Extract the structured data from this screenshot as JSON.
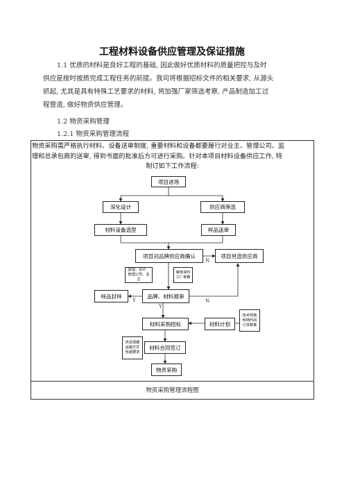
{
  "document": {
    "title": "工程材料设备供应管理及保证措施",
    "intro_lines": [
      "1.1  优质的材料是良好工程的基础, 因此做好优质材料的质量把控与及时",
      "供应是按时按质完成工程任务的前提。我司将根据招标文件的相关要求, 从源头",
      "抓起, 尤其是具有特殊工艺要求的材料, 将加强厂家筛选考察, 产品制造加工过",
      "程督造, 做好物资供应管理。"
    ],
    "section_1_2": "1.2  物资采购管理",
    "section_1_2_1": "1.2.1  物资采购管理流程",
    "frame_lines": [
      "物资采购需严格执行材料、设备送审制度, 重要材料和设备都要履行对业主、管理公司、监",
      "理和总承包商的送审, 得到书面的批准后方可进行采购。针对本项目材料设备供应工作, 特",
      "制订如下工作流程:"
    ],
    "caption": "物资采购管理流程图"
  },
  "flow": {
    "project_entry": "项目进场",
    "deep_design": "深化设计",
    "supplier_screen": "供应商筛选",
    "material_selection": "材料设备选型",
    "sample_submit": "样品送审",
    "brand_confirm": "项目对品牌供应商确认",
    "alt_supplier": "项目另选供应商",
    "note_owners": [
      "监理、设计、",
      "管理公司、业主"
    ],
    "note_audit": [
      "审核资料",
      "工厂考察"
    ],
    "sample_seal": "样品封样",
    "brand_review": "品牌、材料报审",
    "procure_bid": "材料采购招标",
    "material_plan": "材料计划",
    "note_spec": [
      "技术规格",
      "到场时间",
      "订货数量"
    ],
    "note_contract": [
      "供货周期",
      "运输方式",
      "包装要求"
    ],
    "contract_sign": "材料合同签订",
    "purchase": "物资采购",
    "label_n1": "N",
    "label_y1": "Y",
    "label_y2": "Y",
    "label_n2": "N"
  }
}
